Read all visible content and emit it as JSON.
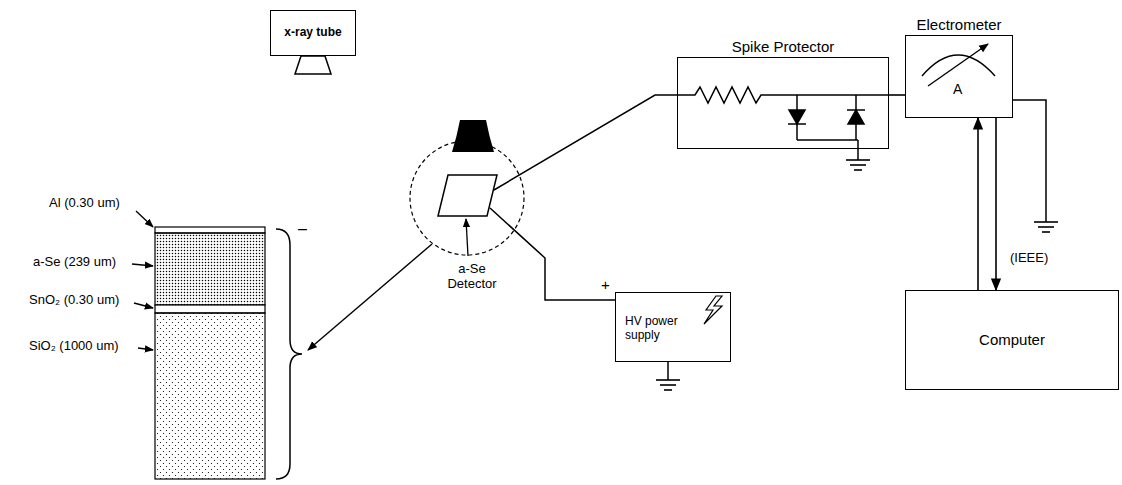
{
  "diagram": {
    "nodes": [
      {
        "text": [
          "x-ray tube"
        ]
      },
      {
        "text": [
          "Spike Protector"
        ]
      },
      {
        "text": [
          "Electrometer",
          "A"
        ]
      },
      {
        "text": [
          "HV power supply"
        ]
      },
      {
        "text": [
          "Computer"
        ]
      }
    ],
    "edges": [
      {
        "from": 1,
        "to": 2,
        "arrow": "none"
      },
      {
        "from": 4,
        "to": 2,
        "arrow": "to"
      },
      {
        "from": 2,
        "to": 4,
        "arrow": "to",
        "label": "(IEEE)"
      }
    ],
    "labels": [
      "Al (0.30 um)",
      "a-Se (239 um)",
      "SnO₂ (0.30 um)",
      "SiO₂ (1000 um)",
      "–",
      "a-Se Detector",
      "+"
    ]
  }
}
